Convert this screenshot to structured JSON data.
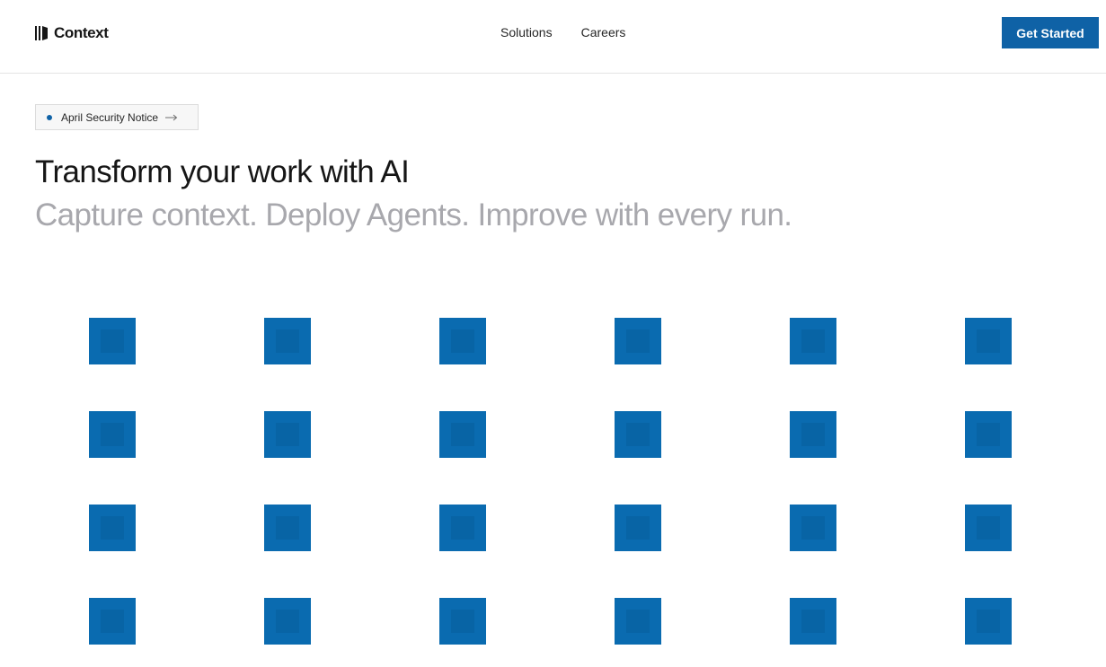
{
  "header": {
    "logo_text": "Context",
    "nav": [
      {
        "label": "Solutions"
      },
      {
        "label": "Careers"
      }
    ],
    "cta_label": "Get Started"
  },
  "notice": {
    "label": "April Security Notice"
  },
  "hero": {
    "title": "Transform your work with AI",
    "subtitle": "Capture context. Deploy Agents. Improve with every run."
  },
  "decor": {
    "tile_color": "#0a6bb0",
    "rows": 4,
    "columns": 6
  },
  "colors": {
    "accent": "#0f62a6",
    "subtitle_gray": "#a8a8ad",
    "text": "#161616"
  }
}
